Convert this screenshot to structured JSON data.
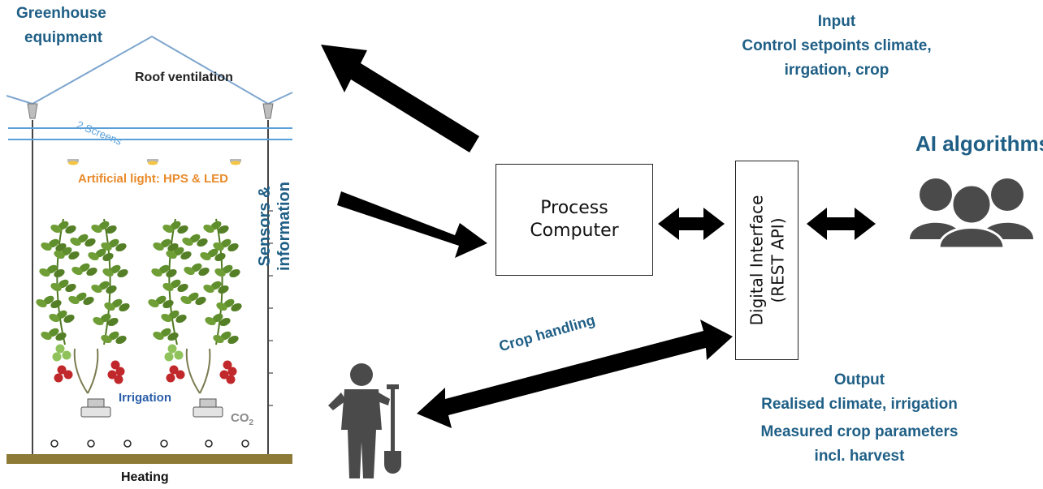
{
  "greenhouse": {
    "title_line1": "Greenhouse",
    "title_line2": "equipment",
    "roof_ventilation": "Roof ventilation",
    "screens": "2 Screens",
    "artificial_light": "Artificial light: HPS & LED",
    "irrigation": "Irrigation",
    "co2": "CO",
    "co2_sub": "2",
    "heating": "Heating"
  },
  "sensors_line1": "Sensors &",
  "sensors_line2": "information",
  "process_computer": {
    "line1": "Process",
    "line2": "Computer"
  },
  "digital_interface": {
    "line1": "Digital Interface",
    "line2": "(REST API)"
  },
  "input": {
    "title": "Input",
    "line1": "Control setpoints climate,",
    "line2": "irrgation, crop"
  },
  "ai_algorithms": "AI algorithms",
  "crop_handling": "Crop handling",
  "output": {
    "title": "Output",
    "line1": "Realised climate, irrigation",
    "line2": "Measured crop parameters",
    "line3": "incl. harvest"
  },
  "colors": {
    "label_blue": "#1f5f86",
    "light_orange": "#e98a2a",
    "irrigation_blue": "#2b5ea9",
    "screen_blue": "#5aa0d8",
    "leaf_green": "#5f8e2c",
    "tomato_red": "#c0282b",
    "floor_olive": "#8c7a36",
    "icon_gray": "#4a4a4a"
  }
}
